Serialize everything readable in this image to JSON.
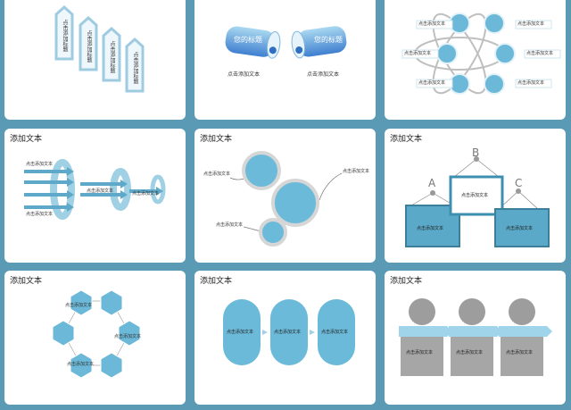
{
  "slide_title": "添加文本",
  "click_add_text": "点击添加文本",
  "click_add_title": "点击添加标题",
  "your_title": "您的标题",
  "letters": {
    "a": "A",
    "b": "B",
    "c": "C"
  },
  "colors": {
    "background": "#5b9ab5",
    "accent": "#6bb8d8",
    "accent_dark": "#3f8fb0",
    "gray": "#a6a6a6"
  }
}
